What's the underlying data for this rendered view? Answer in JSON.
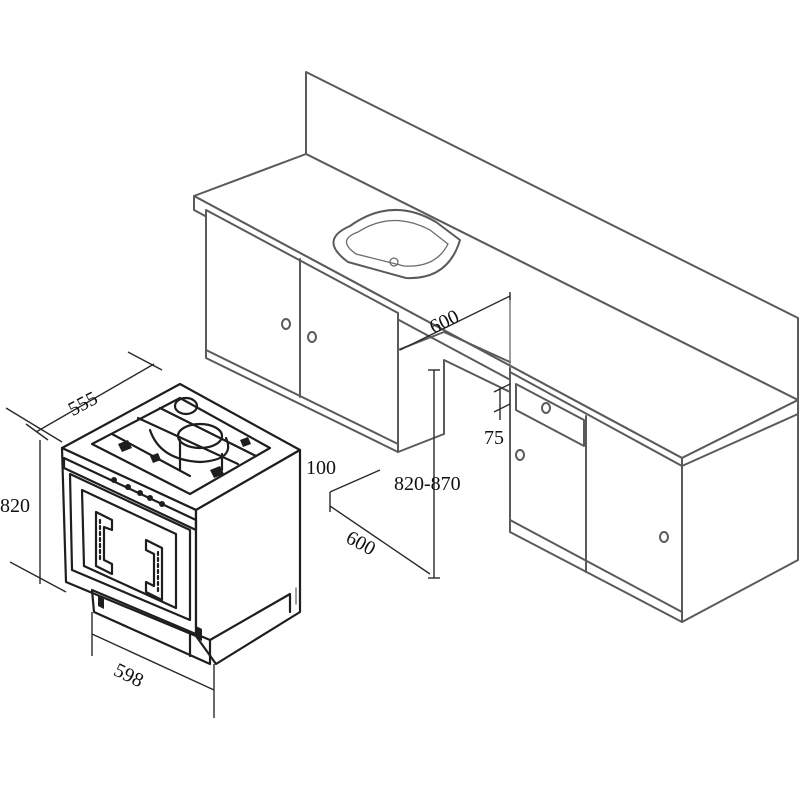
{
  "dimensions": {
    "appliance_depth": "555",
    "appliance_height": "820",
    "appliance_width": "598",
    "niche_width": "600",
    "niche_depth": "600",
    "niche_height": "820-870",
    "plinth_height": "100",
    "top_gap": "75"
  }
}
